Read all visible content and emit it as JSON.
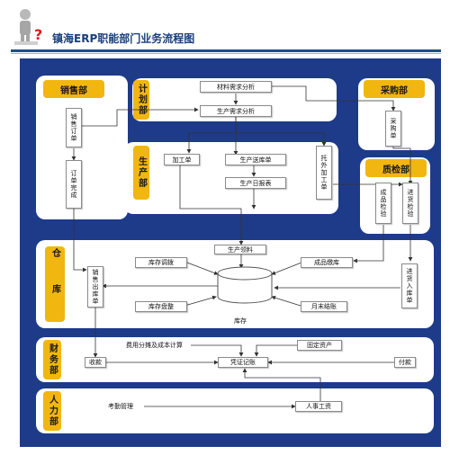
{
  "header": {
    "title": "镇海ERP职能部门业务流程图",
    "logo_icon": "figure-question-icon"
  },
  "departments": {
    "sales": "销售部",
    "plan": "计划部",
    "purchase": "采购部",
    "production": "生产部",
    "qc": "质检部",
    "warehouse": "仓库",
    "finance": "财务部",
    "hr": "人力部"
  },
  "boxes": {
    "sales_order": "销售订单",
    "order_done": "订单完成",
    "material_analysis": "材料需求分析",
    "production_analysis": "生产需求分析",
    "purchase_order": "采购单",
    "process_order": "加工单",
    "prod_dispatch": "生产送库单",
    "prod_daily": "生产日报表",
    "outsource": "托外加工单",
    "finished_check": "成品检验",
    "incoming_check": "进货检验",
    "prod_picking": "生产领料",
    "stock_transfer": "库存调拨",
    "finished_in": "成品缴库",
    "sales_out": "销售出库单",
    "stock_count": "库存盘整",
    "month_end": "月末结账",
    "purchase_in": "进货入库单",
    "inventory": "库存",
    "cost_alloc": "费用分摊及成本计算",
    "fixed_assets": "固定资产",
    "receipt": "收款",
    "voucher": "凭证记账",
    "payment": "付款",
    "attendance": "考勤管理",
    "hr_salary": "人事工资"
  },
  "colors": {
    "background": "#1e3b8a",
    "dept": "#f2b611",
    "panel": "#ffffff",
    "arrow": "#333333"
  }
}
